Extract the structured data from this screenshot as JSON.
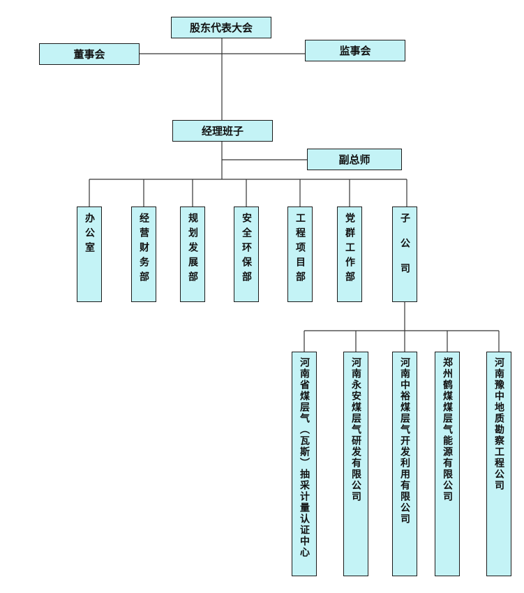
{
  "top": {
    "shareholders": "股东代表大会",
    "board": "董事会",
    "supervisors": "监事会"
  },
  "management": {
    "managers": "经理班子",
    "deputy_chief_engineer": "副总师"
  },
  "departments": [
    {
      "label": "办公室"
    },
    {
      "label": "经营财务部"
    },
    {
      "label": "规划发展部"
    },
    {
      "label": "安全环保部"
    },
    {
      "label": "工程项目部"
    },
    {
      "label": "党群工作部"
    },
    {
      "label": "子公司"
    }
  ],
  "subsidiaries": [
    {
      "label": "河南省煤层气（瓦斯）抽采计量认证中心"
    },
    {
      "label": "河南永安煤层气研发有限公司"
    },
    {
      "label": "河南中裕煤层气开发利用有限公司"
    },
    {
      "label": "郑州鹤煤煤层气能源有限公司"
    },
    {
      "label": "河南豫中地质勘察工程公司"
    }
  ],
  "colors": {
    "box_fill": "#c4f3f6",
    "line": "#333333"
  }
}
